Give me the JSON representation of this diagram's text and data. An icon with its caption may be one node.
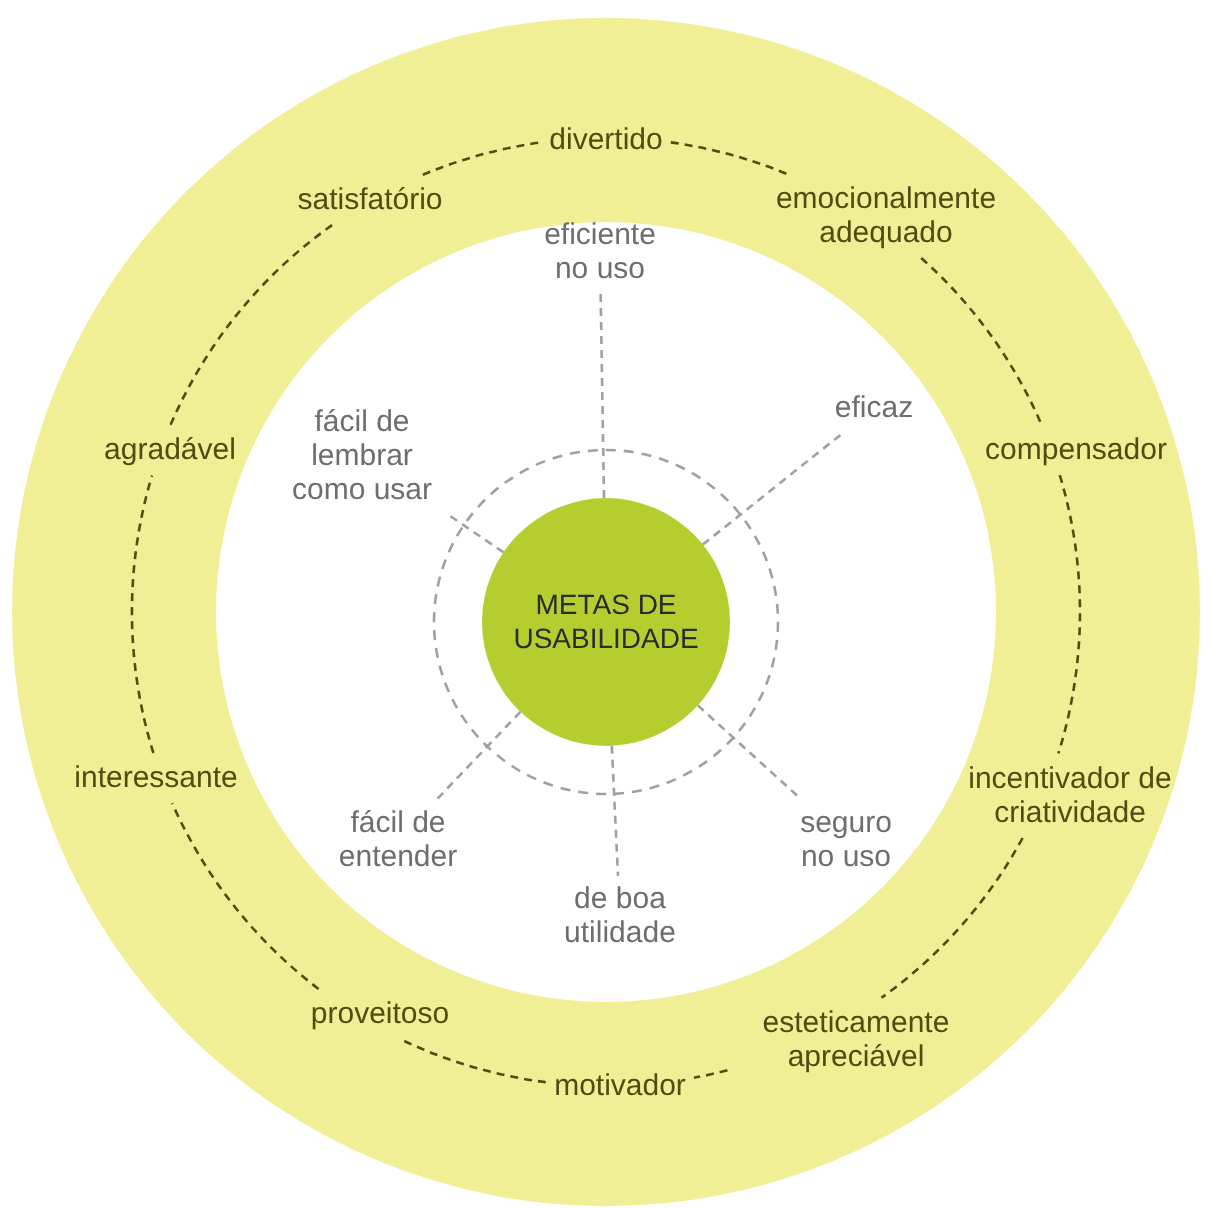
{
  "diagram": {
    "nodes": [
      {
        "text": [
          "METAS DE USABILIDADE"
        ]
      },
      {
        "text": [
          "eficiente no uso"
        ]
      },
      {
        "text": [
          "eficaz"
        ]
      },
      {
        "text": [
          "seguro no uso"
        ]
      },
      {
        "text": [
          "de boa utilidade"
        ]
      },
      {
        "text": [
          "fácil de entender"
        ]
      },
      {
        "text": [
          "fácil de lembrar como usar"
        ]
      },
      {
        "text": [
          "divertido"
        ]
      },
      {
        "text": [
          "emocionalmente adequado"
        ]
      },
      {
        "text": [
          "compensador"
        ]
      },
      {
        "text": [
          "incentivador de criatividade"
        ]
      },
      {
        "text": [
          "esteticamente apreciável"
        ]
      },
      {
        "text": [
          "motivador"
        ]
      },
      {
        "text": [
          "proveitoso"
        ]
      },
      {
        "text": [
          "interessante"
        ]
      },
      {
        "text": [
          "agradável"
        ]
      },
      {
        "text": [
          "satisfatório"
        ]
      }
    ],
    "edges": [
      {
        "from": 0,
        "to": 1,
        "arrow": "none",
        "style": "dashed",
        "color": "#a0a0a0"
      },
      {
        "from": 0,
        "to": 2,
        "arrow": "none",
        "style": "dashed",
        "color": "#a0a0a0"
      },
      {
        "from": 0,
        "to": 3,
        "arrow": "none",
        "style": "dashed",
        "color": "#a0a0a0"
      },
      {
        "from": 0,
        "to": 4,
        "arrow": "none",
        "style": "dashed",
        "color": "#a0a0a0"
      },
      {
        "from": 0,
        "to": 5,
        "arrow": "none",
        "style": "dashed",
        "color": "#a0a0a0"
      },
      {
        "from": 0,
        "to": 6,
        "arrow": "none",
        "style": "dashed",
        "color": "#a0a0a0"
      },
      {
        "from": 7,
        "to": 8,
        "arrow": "none",
        "style": "dashed"
      },
      {
        "from": 8,
        "to": 9,
        "arrow": "none",
        "style": "dashed"
      },
      {
        "from": 9,
        "to": 10,
        "arrow": "none",
        "style": "dashed"
      },
      {
        "from": 10,
        "to": 11,
        "arrow": "none",
        "style": "dashed"
      },
      {
        "from": 11,
        "to": 12,
        "arrow": "none",
        "style": "dashed"
      },
      {
        "from": 12,
        "to": 13,
        "arrow": "none",
        "style": "dashed"
      },
      {
        "from": 13,
        "to": 14,
        "arrow": "none",
        "style": "dashed"
      },
      {
        "from": 14,
        "to": 15,
        "arrow": "none",
        "style": "dashed"
      },
      {
        "from": 15,
        "to": 16,
        "arrow": "none",
        "style": "dashed"
      },
      {
        "from": 16,
        "to": 7,
        "arrow": "none",
        "style": "dashed"
      }
    ]
  }
}
